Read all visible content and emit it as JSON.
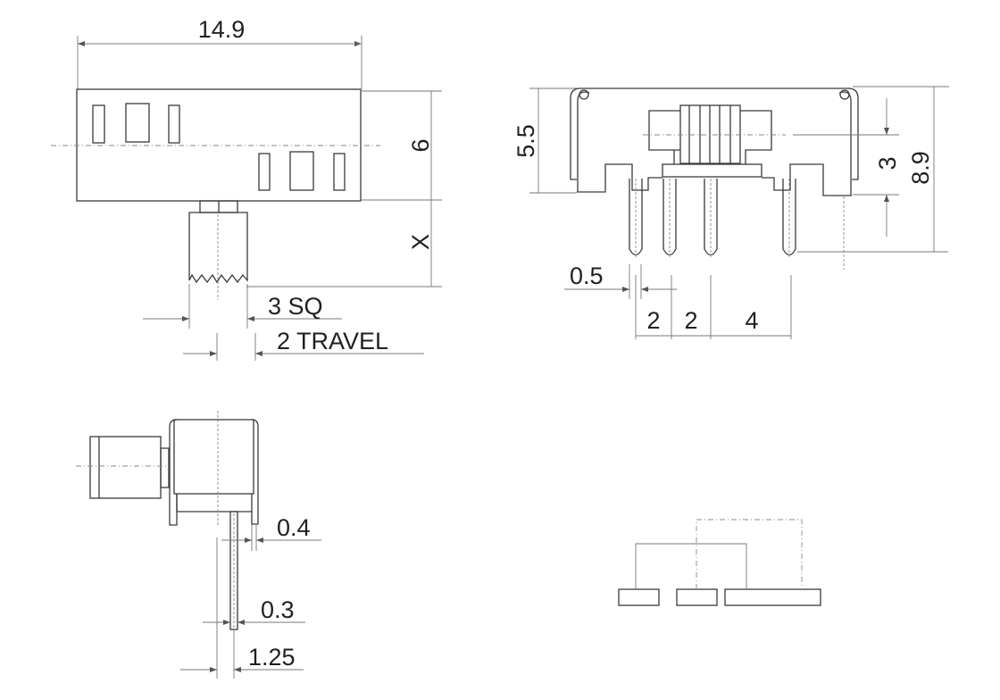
{
  "title": "Slide switch dimensional drawing",
  "top_view": {
    "width_dim": "14.9",
    "height_dim": "6",
    "actuator_length_dim": "X",
    "actuator_size_dim": "3 SQ",
    "travel_dim": "2 TRAVEL"
  },
  "front_view": {
    "body_height_dim": "5.5",
    "total_height_dim": "8.9",
    "pin_length_dim": "3",
    "pin_width_dim": "0.5",
    "pitch_dims": [
      "2",
      "2",
      "4"
    ]
  },
  "side_view": {
    "bracket_thickness_dim": "0.4",
    "pin_thickness_dim": "0.3",
    "pin_offset_dim": "1.25"
  },
  "schematic": {
    "pads": 3
  }
}
